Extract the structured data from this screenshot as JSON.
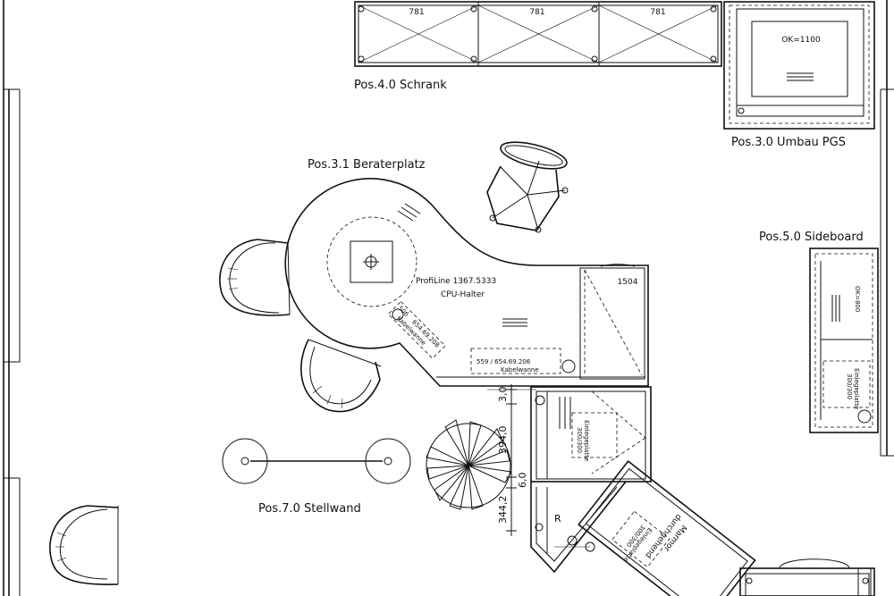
{
  "labels": {
    "schrank": "Pos.4.0 Schrank",
    "umbau": "Pos.3.0 Umbau PGS",
    "beraterplatz": "Pos.3.1 Beraterplatz",
    "sideboard": "Pos.5.0 Sideboard",
    "stellwand": "Pos.7.0 Stellwand"
  },
  "schrank_widths": [
    "781",
    "781",
    "781"
  ],
  "pgs": {
    "ok": "OK=1100"
  },
  "sideboard": {
    "ok": "OK=800",
    "einlegeplatte": "Einlegeplatte",
    "einlegeplatte_size": "300/300"
  },
  "desk": {
    "cabinet_width": "1504",
    "profiline": "ProfiLine 1367.5333",
    "cpu_halter": "CPU-Halter",
    "kabelwanne": "559 / 654.69.206",
    "kabelwanne_label": "Kabelwanne",
    "kabelwanne_diag": "654.69.208",
    "kabelwanne_diag_label": "Kabelwanne",
    "kabelwanne_diag_size": "506"
  },
  "lower_cabinet": {
    "einlegeplatte": "Einlegeplatte",
    "einlegeplatte_size": "300/300",
    "r_mark": "R"
  },
  "marble": {
    "line1": "Marmor",
    "line2": "durchgehend",
    "einlegeplatte": "Einlegeplatte",
    "size": "300/300"
  },
  "dimensions": [
    "3,0",
    "394,0",
    "6,0",
    "344,2"
  ]
}
